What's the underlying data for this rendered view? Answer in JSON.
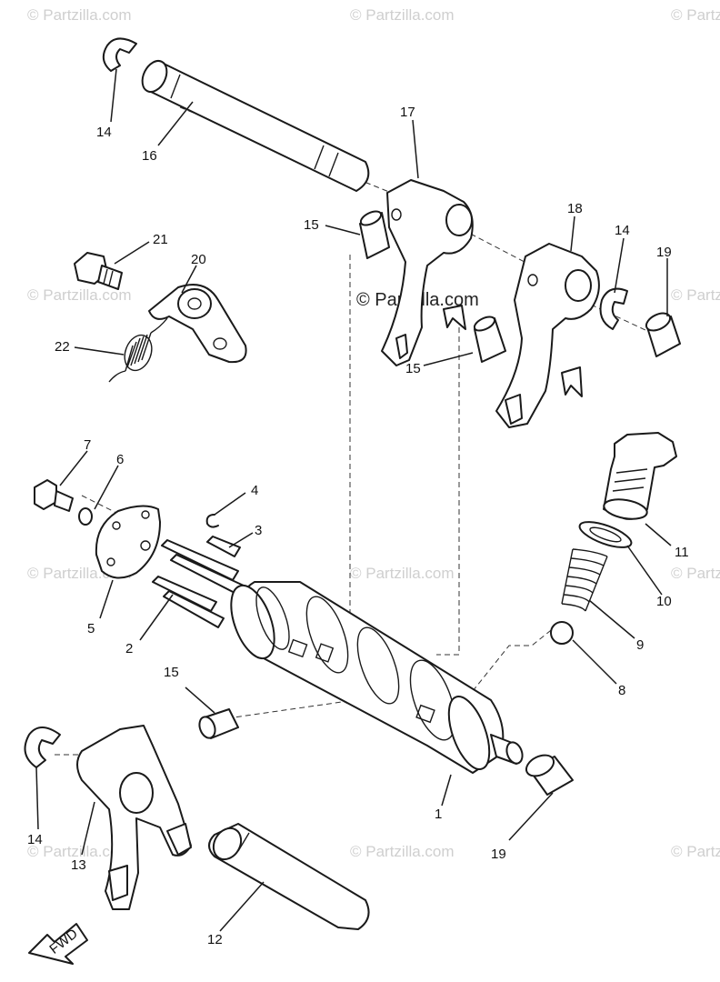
{
  "watermark": "© Partzilla.com",
  "fwd_label": "FWD",
  "callouts": [
    {
      "id": "c1",
      "text": "1"
    },
    {
      "id": "c2",
      "text": "2"
    },
    {
      "id": "c3",
      "text": "3"
    },
    {
      "id": "c4",
      "text": "4"
    },
    {
      "id": "c5",
      "text": "5"
    },
    {
      "id": "c6",
      "text": "6"
    },
    {
      "id": "c7",
      "text": "7"
    },
    {
      "id": "c8",
      "text": "8"
    },
    {
      "id": "c9",
      "text": "9"
    },
    {
      "id": "c10",
      "text": "10"
    },
    {
      "id": "c11",
      "text": "11"
    },
    {
      "id": "c12",
      "text": "12"
    },
    {
      "id": "c13",
      "text": "13"
    },
    {
      "id": "c14a",
      "text": "14"
    },
    {
      "id": "c14b",
      "text": "14"
    },
    {
      "id": "c14c",
      "text": "14"
    },
    {
      "id": "c15a",
      "text": "15"
    },
    {
      "id": "c15b",
      "text": "15"
    },
    {
      "id": "c15c",
      "text": "15"
    },
    {
      "id": "c16",
      "text": "16"
    },
    {
      "id": "c17",
      "text": "17"
    },
    {
      "id": "c18",
      "text": "18"
    },
    {
      "id": "c19a",
      "text": "19"
    },
    {
      "id": "c19b",
      "text": "19"
    },
    {
      "id": "c20",
      "text": "20"
    },
    {
      "id": "c21",
      "text": "21"
    },
    {
      "id": "c22",
      "text": "22"
    }
  ]
}
